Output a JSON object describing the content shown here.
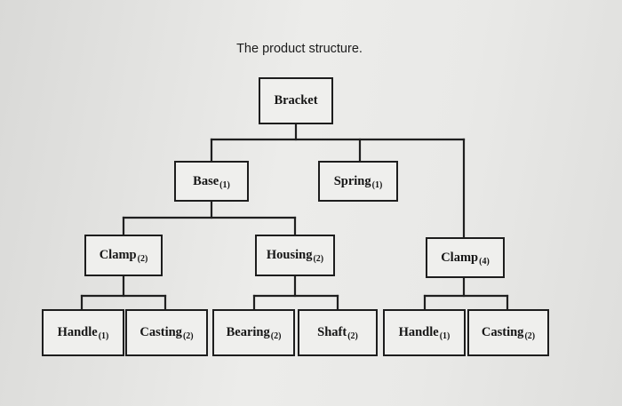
{
  "caption": "The product structure.",
  "root": {
    "name": "Bracket"
  },
  "level1": {
    "base": {
      "name": "Base",
      "qty": "(1)"
    },
    "spring": {
      "name": "Spring",
      "qty": "(1)"
    },
    "clamp": {
      "name": "Clamp",
      "qty": "(4)"
    }
  },
  "level2": {
    "clamp": {
      "name": "Clamp",
      "qty": "(2)"
    },
    "housing": {
      "name": "Housing",
      "qty": "(2)"
    }
  },
  "leaves": [
    {
      "name": "Handle",
      "qty": "(1)"
    },
    {
      "name": "Casting",
      "qty": "(2)"
    },
    {
      "name": "Bearing",
      "qty": "(2)"
    },
    {
      "name": "Shaft",
      "qty": "(2)"
    },
    {
      "name": "Handle",
      "qty": "(1)"
    },
    {
      "name": "Casting",
      "qty": "(2)"
    }
  ]
}
